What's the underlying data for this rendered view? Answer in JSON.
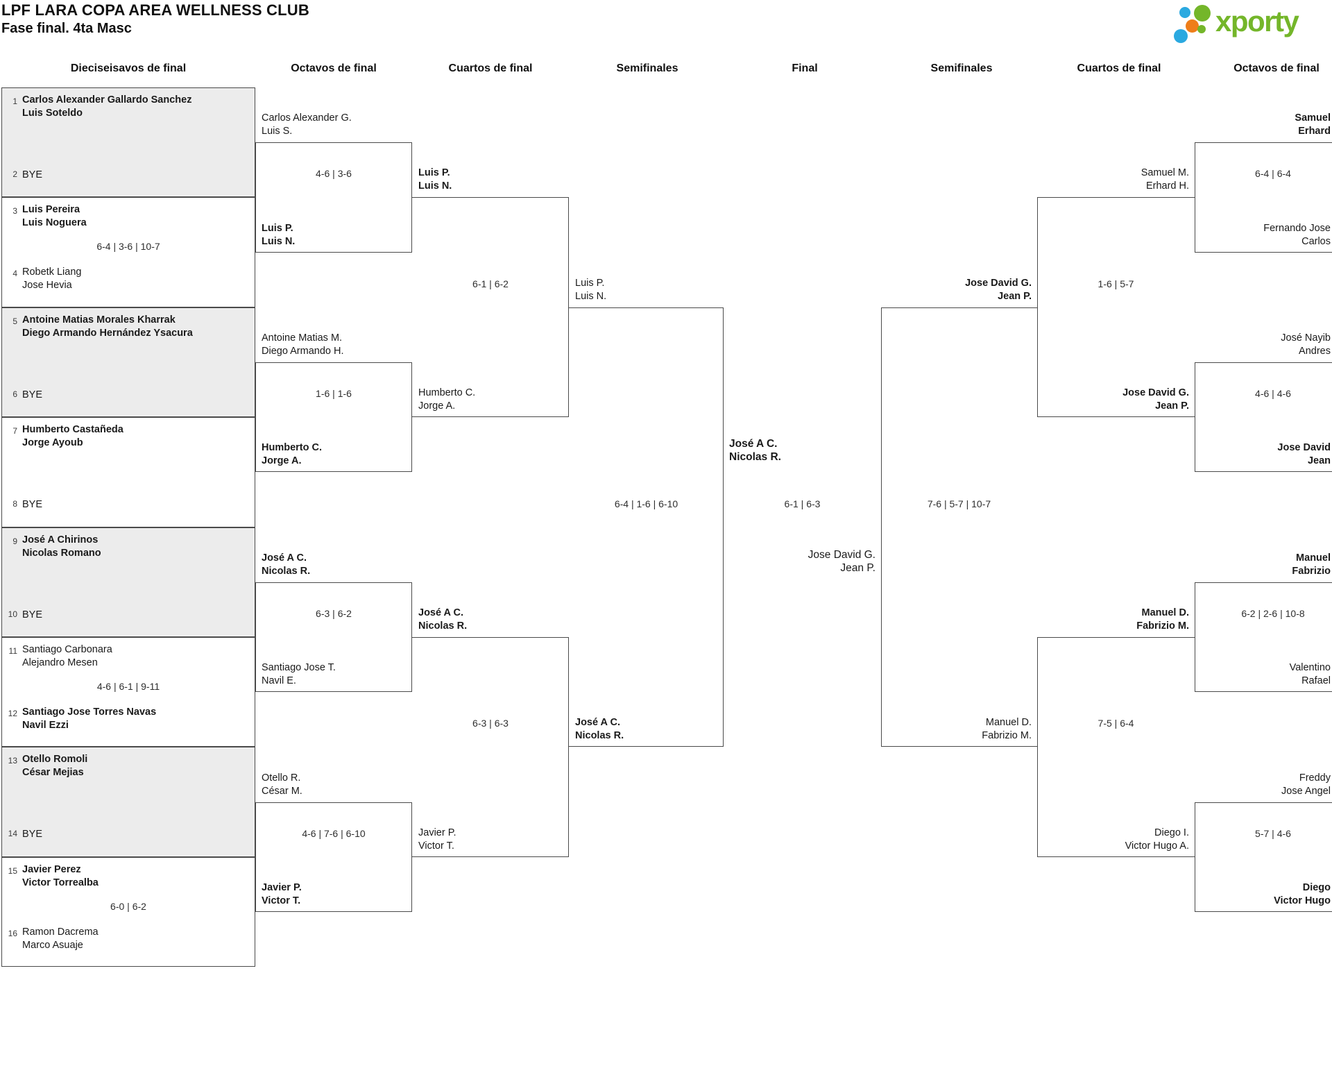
{
  "page": {
    "title": "LPF LARA COPA AREA WELLNESS CLUB",
    "subtitle": "Fase final. 4ta Masc"
  },
  "logo": {
    "text": "xporty",
    "green": "#74b62a",
    "blue": "#2ba9e0",
    "orange": "#ee7e1a"
  },
  "colors": {
    "line": "#4a4a4a",
    "shaded_block": "#ececec",
    "text": "#1a1a1a"
  },
  "round_headers": [
    "Dieciseisavos de final",
    "Octavos de final",
    "Cuartos de final",
    "Semifinales",
    "Final",
    "Semifinales",
    "Cuartos de final",
    "Octavos de final"
  ],
  "first_round_blocks": [
    {
      "shaded": true,
      "score": null,
      "entries": [
        {
          "seed": "1",
          "lines": [
            "Carlos Alexander Gallardo Sanchez",
            "Luis Soteldo"
          ],
          "bold": true
        },
        {
          "seed": "2",
          "lines": [
            "BYE"
          ],
          "bold": false
        }
      ]
    },
    {
      "shaded": false,
      "score": "6-4 | 3-6 | 10-7",
      "entries": [
        {
          "seed": "3",
          "lines": [
            "Luis Pereira",
            "Luis Noguera"
          ],
          "bold": true
        },
        {
          "seed": "4",
          "lines": [
            "Robetk Liang",
            "Jose Hevia"
          ],
          "bold": false
        }
      ]
    },
    {
      "shaded": true,
      "score": null,
      "entries": [
        {
          "seed": "5",
          "lines": [
            "Antoine Matias Morales Kharrak",
            "Diego Armando Hernández Ysacura"
          ],
          "bold": true
        },
        {
          "seed": "6",
          "lines": [
            "BYE"
          ],
          "bold": false
        }
      ]
    },
    {
      "shaded": false,
      "score": null,
      "entries": [
        {
          "seed": "7",
          "lines": [
            "Humberto Castañeda",
            "Jorge Ayoub"
          ],
          "bold": true
        },
        {
          "seed": "8",
          "lines": [
            "BYE"
          ],
          "bold": false
        }
      ]
    },
    {
      "shaded": true,
      "score": null,
      "entries": [
        {
          "seed": "9",
          "lines": [
            "José A Chirinos",
            "Nicolas Romano"
          ],
          "bold": true
        },
        {
          "seed": "10",
          "lines": [
            "BYE"
          ],
          "bold": false
        }
      ]
    },
    {
      "shaded": false,
      "score": "4-6 | 6-1 | 9-11",
      "entries": [
        {
          "seed": "11",
          "lines": [
            "Santiago Carbonara",
            "Alejandro Mesen"
          ],
          "bold": false
        },
        {
          "seed": "12",
          "lines": [
            "Santiago Jose Torres Navas",
            "Navil Ezzi"
          ],
          "bold": true
        }
      ]
    },
    {
      "shaded": true,
      "score": null,
      "entries": [
        {
          "seed": "13",
          "lines": [
            "Otello Romoli",
            "César Mejias"
          ],
          "bold": true
        },
        {
          "seed": "14",
          "lines": [
            "BYE"
          ],
          "bold": false
        }
      ]
    },
    {
      "shaded": false,
      "score": "6-0 | 6-2",
      "entries": [
        {
          "seed": "15",
          "lines": [
            "Javier Perez",
            "Victor Torrealba"
          ],
          "bold": true
        },
        {
          "seed": "16",
          "lines": [
            "Ramon Dacrema",
            "Marco Asuaje"
          ],
          "bold": false
        }
      ]
    }
  ],
  "octavos_left": [
    {
      "score": "4-6 | 3-6",
      "top": {
        "lines": [
          "Carlos Alexander G.",
          "Luis S."
        ],
        "bold": false
      },
      "bottom": {
        "lines": [
          "Luis P.",
          "Luis N."
        ],
        "bold": true
      }
    },
    {
      "score": "1-6 | 1-6",
      "top": {
        "lines": [
          "Antoine Matias M.",
          "Diego Armando H."
        ],
        "bold": false
      },
      "bottom": {
        "lines": [
          "Humberto C.",
          "Jorge A."
        ],
        "bold": true
      }
    },
    {
      "score": "6-3 | 6-2",
      "top": {
        "lines": [
          "José A C.",
          "Nicolas R."
        ],
        "bold": true
      },
      "bottom": {
        "lines": [
          "Santiago Jose T.",
          "Navil E."
        ],
        "bold": false
      }
    },
    {
      "score": "4-6 | 7-6 | 6-10",
      "top": {
        "lines": [
          "Otello R.",
          "César M."
        ],
        "bold": false
      },
      "bottom": {
        "lines": [
          "Javier P.",
          "Victor T."
        ],
        "bold": true
      }
    }
  ],
  "cuartos_left": [
    {
      "score": "6-1 | 6-2",
      "top": {
        "lines": [
          "Luis P.",
          "Luis N."
        ],
        "bold": true
      },
      "bottom": {
        "lines": [
          "Humberto C.",
          "Jorge A."
        ],
        "bold": false
      }
    },
    {
      "score": "6-3 | 6-3",
      "top": {
        "lines": [
          "José A C.",
          "Nicolas R."
        ],
        "bold": true
      },
      "bottom": {
        "lines": [
          "Javier P.",
          "Victor T."
        ],
        "bold": false
      }
    }
  ],
  "semifinal_left": {
    "score": "6-4 | 1-6 | 6-10",
    "top": {
      "lines": [
        "Luis P.",
        "Luis N."
      ],
      "bold": false
    },
    "bottom": {
      "lines": [
        "José A C.",
        "Nicolas R."
      ],
      "bold": true
    }
  },
  "final": {
    "score": "6-1 | 6-3",
    "top": {
      "lines": [
        "José A C.",
        "Nicolas R."
      ],
      "bold": true
    },
    "bottom": {
      "lines": [
        "Jose David G.",
        "Jean P."
      ],
      "bold": false
    }
  },
  "semifinal_right": {
    "score": "7-6 | 5-7 | 10-7",
    "top": {
      "lines": [
        "Jose David G.",
        "Jean P."
      ],
      "bold": true
    },
    "bottom": {
      "lines": [
        "Manuel D.",
        "Fabrizio M."
      ],
      "bold": false
    }
  },
  "cuartos_right": [
    {
      "score": "1-6 | 5-7",
      "top": {
        "lines": [
          "Samuel M.",
          "Erhard H."
        ],
        "bold": false
      },
      "bottom": {
        "lines": [
          "Jose David G.",
          "Jean P."
        ],
        "bold": true
      }
    },
    {
      "score": "7-5 | 6-4",
      "top": {
        "lines": [
          "Manuel D.",
          "Fabrizio M."
        ],
        "bold": true
      },
      "bottom": {
        "lines": [
          "Diego I.",
          "Victor Hugo A."
        ],
        "bold": false
      }
    }
  ],
  "octavos_right": [
    {
      "score": "6-4 | 6-4",
      "top": {
        "lines": [
          "Samuel",
          "Erhard"
        ],
        "bold": true
      },
      "bottom": {
        "lines": [
          "Fernando Jose",
          "Carlos"
        ],
        "bold": false
      }
    },
    {
      "score": "4-6 | 4-6",
      "top": {
        "lines": [
          "José Nayib",
          "Andres"
        ],
        "bold": false
      },
      "bottom": {
        "lines": [
          "Jose David",
          "Jean"
        ],
        "bold": true
      }
    },
    {
      "score": "6-2 | 2-6 | 10-8",
      "top": {
        "lines": [
          "Manuel",
          "Fabrizio"
        ],
        "bold": true
      },
      "bottom": {
        "lines": [
          "Valentino",
          "Rafael"
        ],
        "bold": false
      }
    },
    {
      "score": "5-7 | 4-6",
      "top": {
        "lines": [
          "Freddy",
          "Jose Angel"
        ],
        "bold": false
      },
      "bottom": {
        "lines": [
          "Diego",
          "Victor Hugo"
        ],
        "bold": true
      }
    }
  ]
}
